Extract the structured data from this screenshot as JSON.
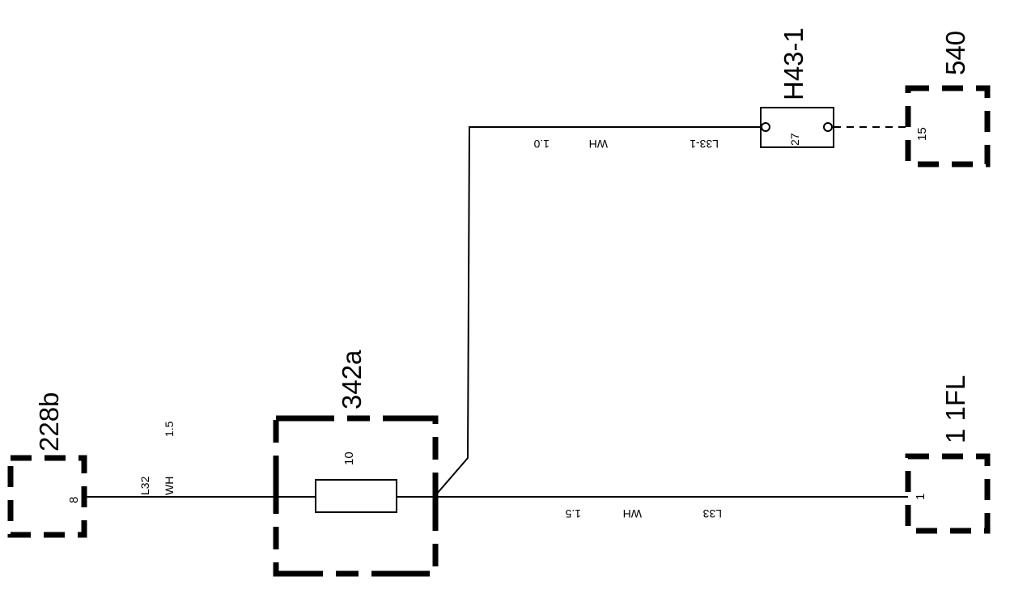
{
  "connectors": {
    "c228b": {
      "name": "228b",
      "pin": "8"
    },
    "c342a": {
      "name": "342a",
      "fuse_no": "10"
    },
    "c1fl": {
      "name": "1 1FL",
      "pin": "1"
    },
    "c540": {
      "name": "540",
      "pin": "15"
    },
    "cH431": {
      "name": "H43-1",
      "pin": "27"
    }
  },
  "wires": {
    "l32": {
      "id": "L32",
      "color": "WH",
      "size": "1.5"
    },
    "l33": {
      "id": "L33",
      "color": "WH",
      "size": "1.5"
    },
    "l331": {
      "id": "L33-1",
      "color": "WH",
      "size": "1.0"
    }
  }
}
